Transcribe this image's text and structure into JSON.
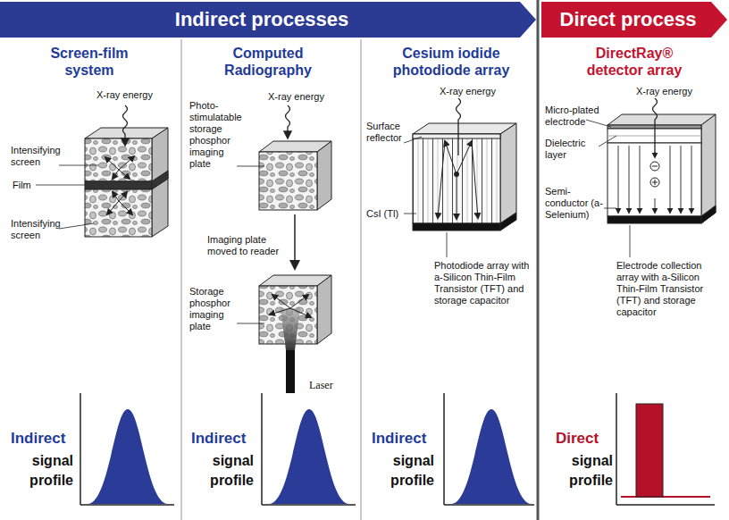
{
  "diagram": {
    "nodes": [
      {
        "text": [
          "Indirect processes"
        ]
      },
      {
        "text": [
          "Direct process"
        ]
      }
    ],
    "labels": [
      "Screen-film system",
      "Computed Radiography",
      "Cesium iodide photodiode array",
      "DirectRay® detector array",
      "X-ray energy",
      "Intensifying screen",
      "Film",
      "Intensifying screen",
      "X-ray energy",
      "Photo-stimulatable storage phosphor imaging plate",
      "Imaging plate moved to reader",
      "Storage phosphor imaging plate",
      "Laser",
      "X-ray energy",
      "Surface reflector",
      "CsI (Tl)",
      "Photodiode array with a-Silicon Thin-Film Transistor (TFT) and storage capacitor",
      "X-ray energy",
      "Micro-plated electrode",
      "Dielectric layer",
      "Semi-conductor (a-Selenium)",
      "Electrode collection array with a-Silicon Thin-Film Transistor (TFT) and storage capacitor",
      "Indirect",
      "signal profile",
      "Indirect",
      "signal profile",
      "Indirect",
      "signal profile",
      "Direct",
      "signal profile"
    ]
  }
}
